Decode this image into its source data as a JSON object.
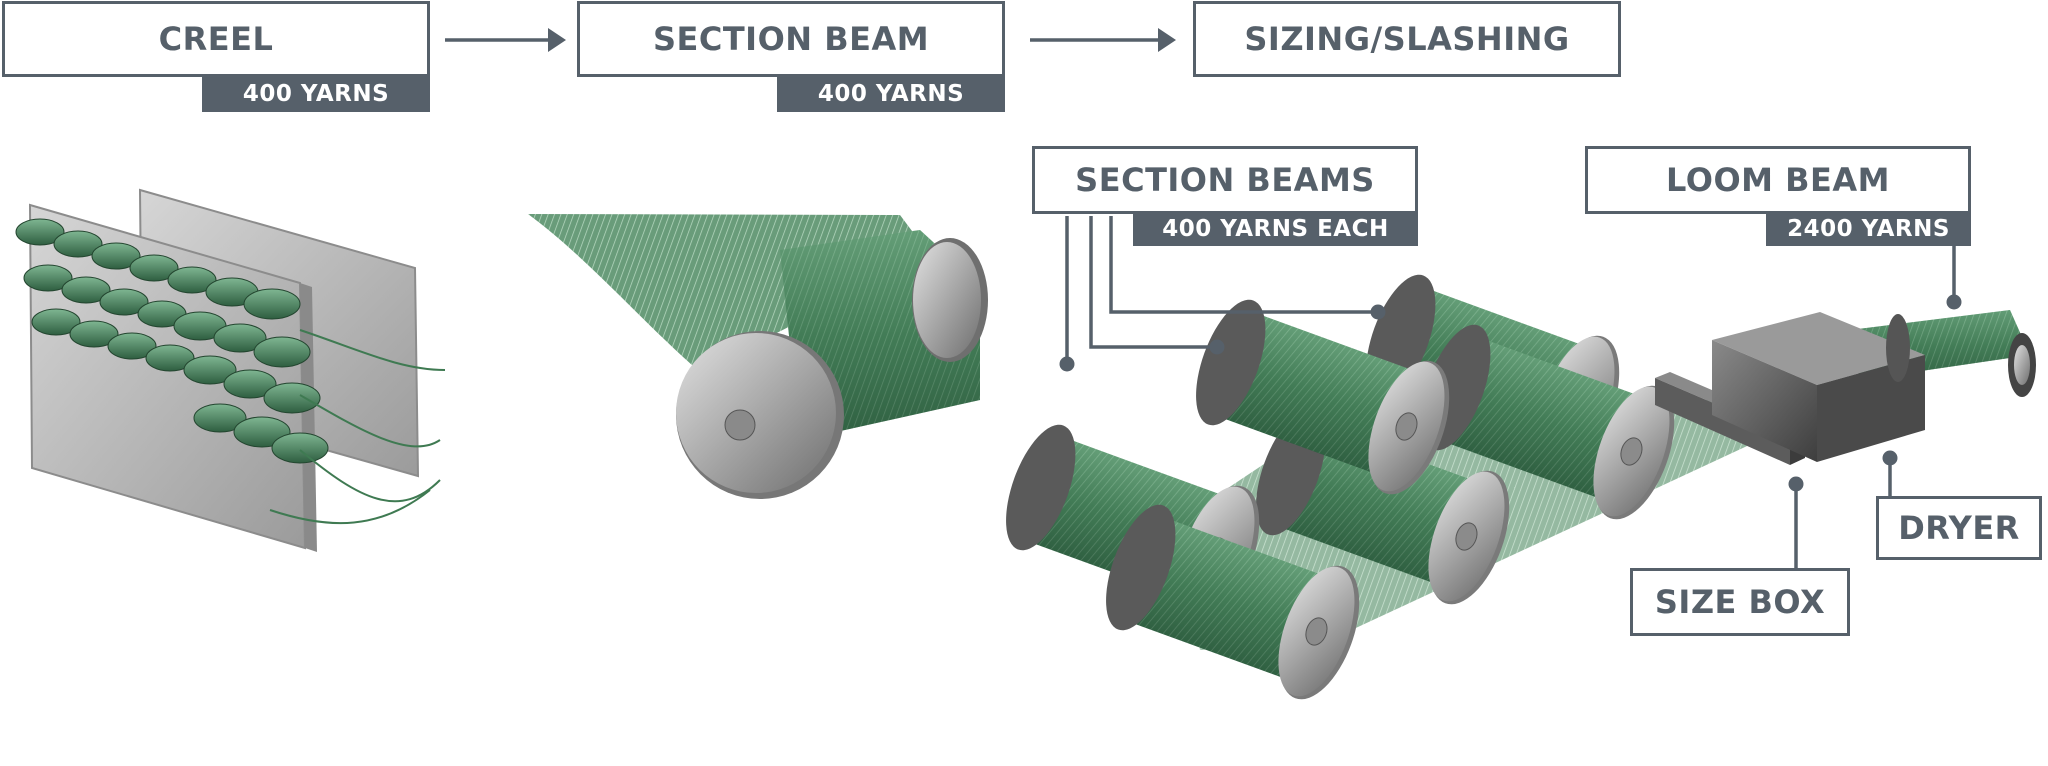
{
  "stages": {
    "creel": {
      "title": "CREEL",
      "yarns": "400 YARNS"
    },
    "section_beam": {
      "title": "SECTION BEAM",
      "yarns": "400 YARNS"
    },
    "sizing": {
      "title": "SIZING/SLASHING"
    }
  },
  "callouts": {
    "section_beams": {
      "title": "SECTION BEAMS",
      "yarns": "400 YARNS EACH"
    },
    "loom_beam": {
      "title": "LOOM BEAM",
      "yarns": "2400 YARNS"
    },
    "size_box": {
      "title": "SIZE BOX"
    },
    "dryer": {
      "title": "DRYER"
    }
  },
  "colors": {
    "label": "#56606a",
    "yarn_green": "#3f7a52",
    "metal": "#a9a9a9"
  }
}
